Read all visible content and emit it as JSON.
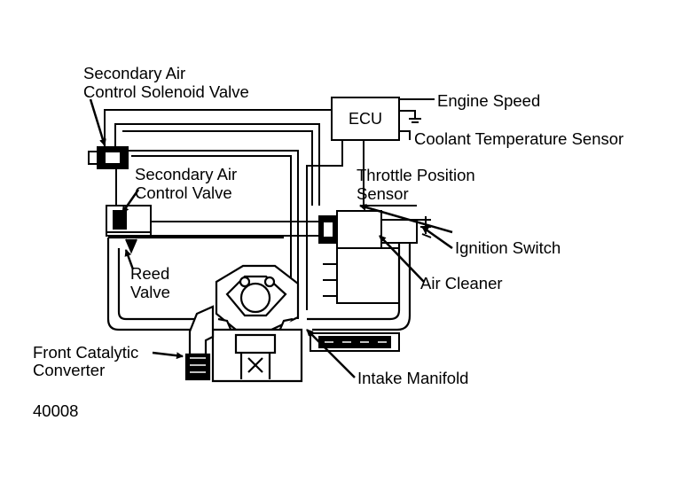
{
  "labels": {
    "solenoid_valve_line1": "Secondary Air",
    "solenoid_valve_line2": "Control Solenoid Valve",
    "ecu": "ECU",
    "engine_speed": "Engine Speed",
    "coolant_sensor": "Coolant Temperature Sensor",
    "control_valve_line1": "Secondary Air",
    "control_valve_line2": "Control Valve",
    "throttle_line1": "Throttle Position",
    "throttle_line2": "Sensor",
    "ignition_switch": "Ignition Switch",
    "reed_line1": "Reed",
    "reed_line2": "Valve",
    "air_cleaner": "Air Cleaner",
    "catalytic_line1": "Front Catalytic",
    "catalytic_line2": "Converter",
    "intake_manifold": "Intake Manifold",
    "figure_number": "40008"
  },
  "colors": {
    "ink": "#000000",
    "paper": "#ffffff"
  }
}
